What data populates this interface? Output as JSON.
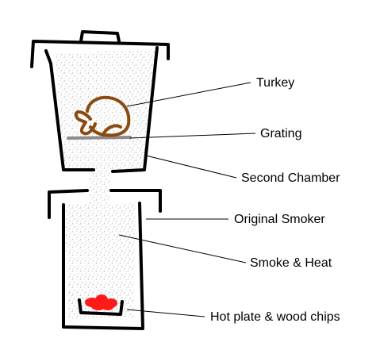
{
  "labels": {
    "turkey": "Turkey",
    "grating": "Grating",
    "second_chamber": "Second Chamber",
    "original_smoker": "Original Smoker",
    "smoke_heat": "Smoke & Heat",
    "hot_plate": "Hot plate & wood chips"
  },
  "colors": {
    "outline": "#000000",
    "smoke": "#b4b4b4",
    "turkey": "#8a4a10",
    "grating": "#8c8c8c",
    "coals": "#ff1a1a",
    "background": "#ffffff"
  }
}
